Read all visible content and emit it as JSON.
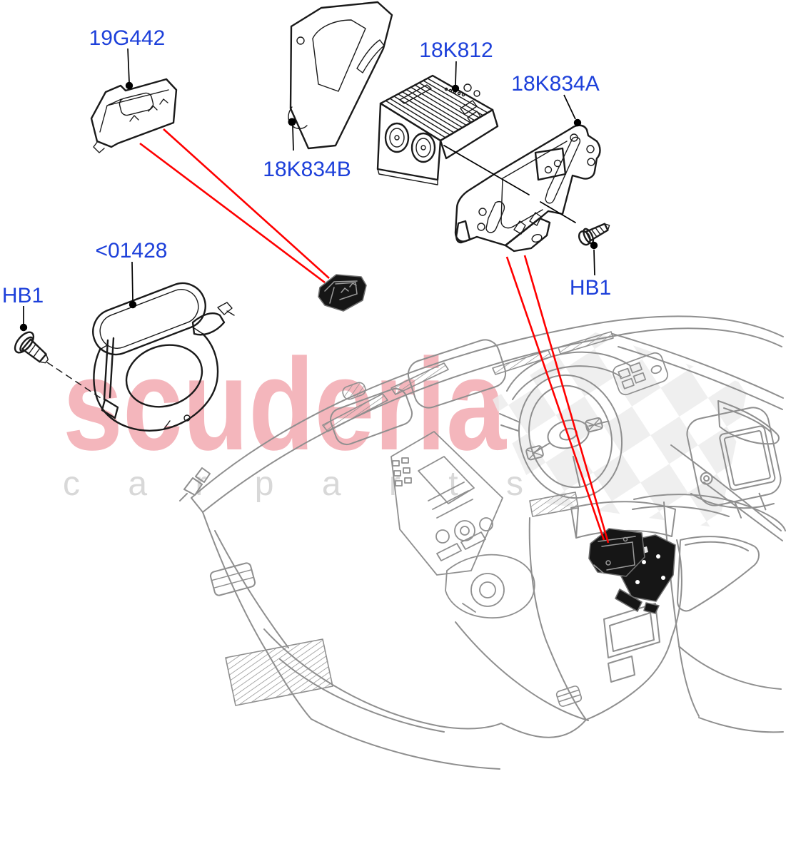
{
  "watermark": {
    "brand": "scuderia",
    "tagline": "carparts"
  },
  "labels": {
    "amplifier": "19G442",
    "bracket_plate": "18K834B",
    "head_unit": "18K812",
    "mounting_bracket": "18K834A",
    "speaker_grille": "<01428",
    "screw_left": "HB1",
    "screw_right": "HB1"
  },
  "colors": {
    "label_blue": "#1d40da",
    "leader_red": "#ff0000",
    "watermark_pink": "#f4b6bc",
    "watermark_gray": "#d8d8d8",
    "sketch_gray": "#8f8f8f",
    "part_black": "#1a1a1a",
    "background": "#ffffff"
  }
}
